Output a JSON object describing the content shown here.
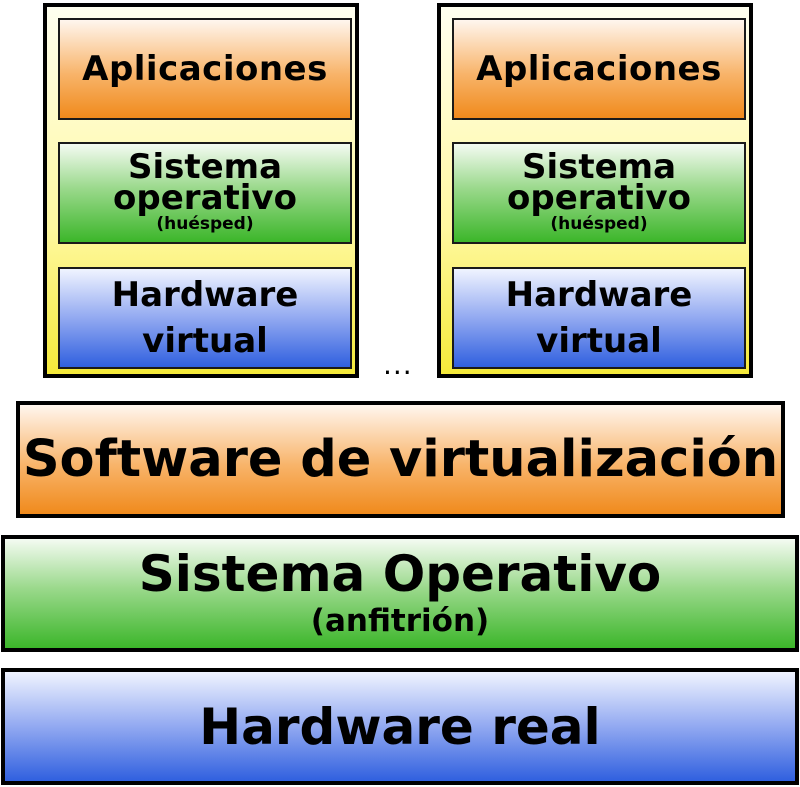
{
  "virtual_machines": [
    {
      "applications": "Aplicaciones",
      "guest_os_line1": "Sistema",
      "guest_os_line2": "operativo",
      "guest_os_sub": "(huésped)",
      "virtual_hw_line1": "Hardware",
      "virtual_hw_line2": "virtual"
    },
    {
      "applications": "Aplicaciones",
      "guest_os_line1": "Sistema",
      "guest_os_line2": "operativo",
      "guest_os_sub": "(huésped)",
      "virtual_hw_line1": "Hardware",
      "virtual_hw_line2": "virtual"
    }
  ],
  "ellipsis": "...",
  "virtualization_software": "Software de virtualización",
  "host_os": {
    "title": "Sistema Operativo",
    "subtitle": "(anfitrión)"
  },
  "real_hardware": "Hardware real",
  "colors": {
    "applications": "#f08a1c",
    "operating_system": "#3cb62a",
    "hardware": "#3060df",
    "vm_container": "#f5ea3a"
  }
}
